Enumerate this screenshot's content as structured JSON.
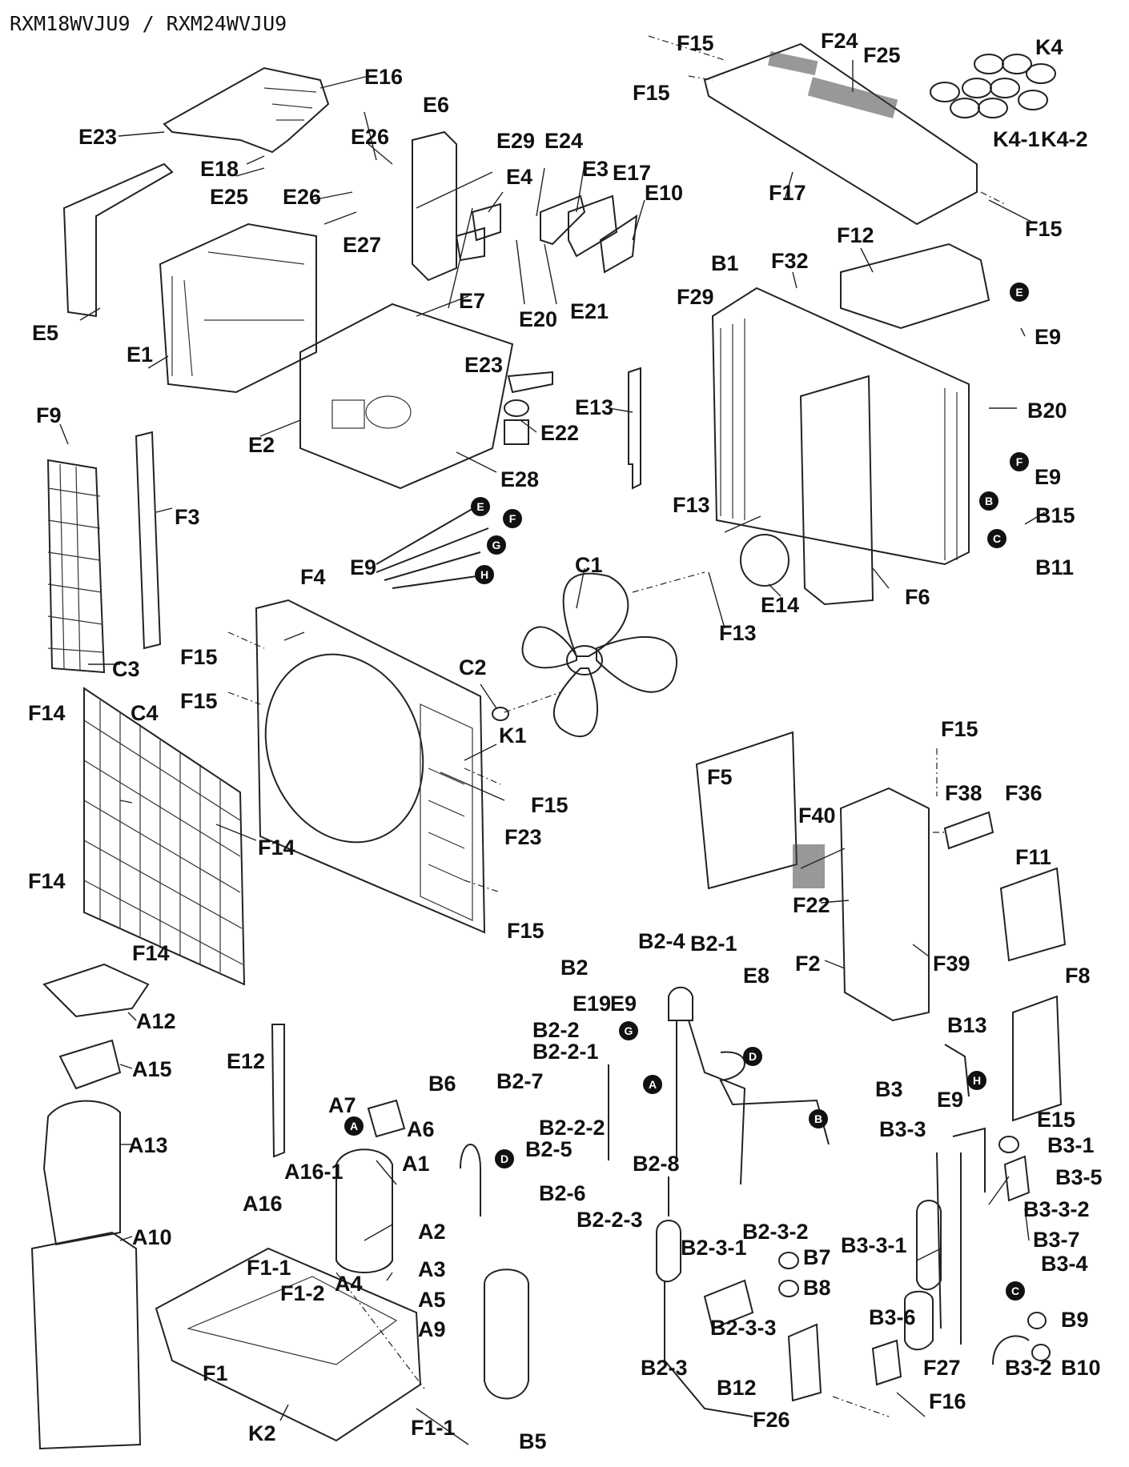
{
  "title": "RXM18WVJU9 / RXM24WVJU9",
  "labels": {
    "E23a": "E23",
    "E16": "E16",
    "E6": "E6",
    "E26a": "E26",
    "E29": "E29",
    "E24": "E24",
    "E3": "E3",
    "E17": "E17",
    "E10": "E10",
    "E4": "E4",
    "E18": "E18",
    "E25": "E25",
    "E26b": "E26",
    "E27": "E27",
    "E7": "E7",
    "E20": "E20",
    "E21": "E21",
    "E5": "E5",
    "E1": "E1",
    "E23b": "E23",
    "E2": "E2",
    "E22": "E22",
    "E28": "E28",
    "E13": "E13",
    "E9a": "E9",
    "E14": "E14",
    "E12": "E12",
    "E19": "E19",
    "E9b": "E9",
    "E8": "E8",
    "E9c": "E9",
    "E15": "E15",
    "E9d": "E9",
    "E9e": "E9",
    "F15a": "F15",
    "F15b": "F15",
    "F24": "F24",
    "F25": "F25",
    "F17": "F17",
    "F15c": "F15",
    "F12": "F12",
    "F29": "F29",
    "F32": "F32",
    "F9": "F9",
    "F3": "F3",
    "F4": "F4",
    "F13a": "F13",
    "F13b": "F13",
    "F6": "F6",
    "F15d": "F15",
    "F15e": "F15",
    "F14a": "F14",
    "F14b": "F14",
    "F14c": "F14",
    "F14d": "F14",
    "F15f": "F15",
    "F23": "F23",
    "F15g": "F15",
    "F15h": "F15",
    "F5": "F5",
    "F40": "F40",
    "F38": "F38",
    "F36": "F36",
    "F22": "F22",
    "F11": "F11",
    "F2": "F2",
    "F39": "F39",
    "F8": "F8",
    "F1-1a": "F1-1",
    "F1-2": "F1-2",
    "F1": "F1",
    "F1-1b": "F1-1",
    "F27": "F27",
    "F16": "F16",
    "F26": "F26",
    "K4": "K4",
    "K4-1": "K4-1",
    "K4-2": "K4-2",
    "K1": "K1",
    "K2": "K2",
    "B1": "B1",
    "B20": "B20",
    "B15": "B15",
    "B11": "B11",
    "B2": "B2",
    "B2-4": "B2-4",
    "B2-1": "B2-1",
    "B2-2": "B2-2",
    "B2-2-1": "B2-2-1",
    "B2-7": "B2-7",
    "B2-2-2": "B2-2-2",
    "B2-5": "B2-5",
    "B2-6": "B2-6",
    "B2-8": "B2-8",
    "B2-2-3": "B2-2-3",
    "B6": "B6",
    "B5": "B5",
    "B13": "B13",
    "B3": "B3",
    "B3-3": "B3-3",
    "B3-1": "B3-1",
    "B3-5": "B3-5",
    "B3-3-2": "B3-3-2",
    "B3-7": "B3-7",
    "B3-3-1": "B3-3-1",
    "B3-4": "B3-4",
    "B3-6": "B3-6",
    "B9": "B9",
    "B10": "B10",
    "B3-2": "B3-2",
    "B2-3-1": "B2-3-1",
    "B2-3-2": "B2-3-2",
    "B7": "B7",
    "B8": "B8",
    "B2-3-3": "B2-3-3",
    "B2-3": "B2-3",
    "B12": "B12",
    "C1": "C1",
    "C2": "C2",
    "C3": "C3",
    "C4": "C4",
    "A12": "A12",
    "A15": "A15",
    "A13": "A13",
    "A10": "A10",
    "A7": "A7",
    "A6": "A6",
    "A1": "A1",
    "A16-1": "A16-1",
    "A16": "A16",
    "A2": "A2",
    "A3": "A3",
    "A4": "A4",
    "A5": "A5",
    "A9": "A9"
  },
  "markers": {
    "m1": "E",
    "m2": "F",
    "m3": "B",
    "m4": "C",
    "m5": "E",
    "m6": "F",
    "m7": "G",
    "m8": "H",
    "m9": "G",
    "m10": "A",
    "m11": "D",
    "m12": "B",
    "m13": "H",
    "m14": "A",
    "m15": "D",
    "m16": "C"
  }
}
